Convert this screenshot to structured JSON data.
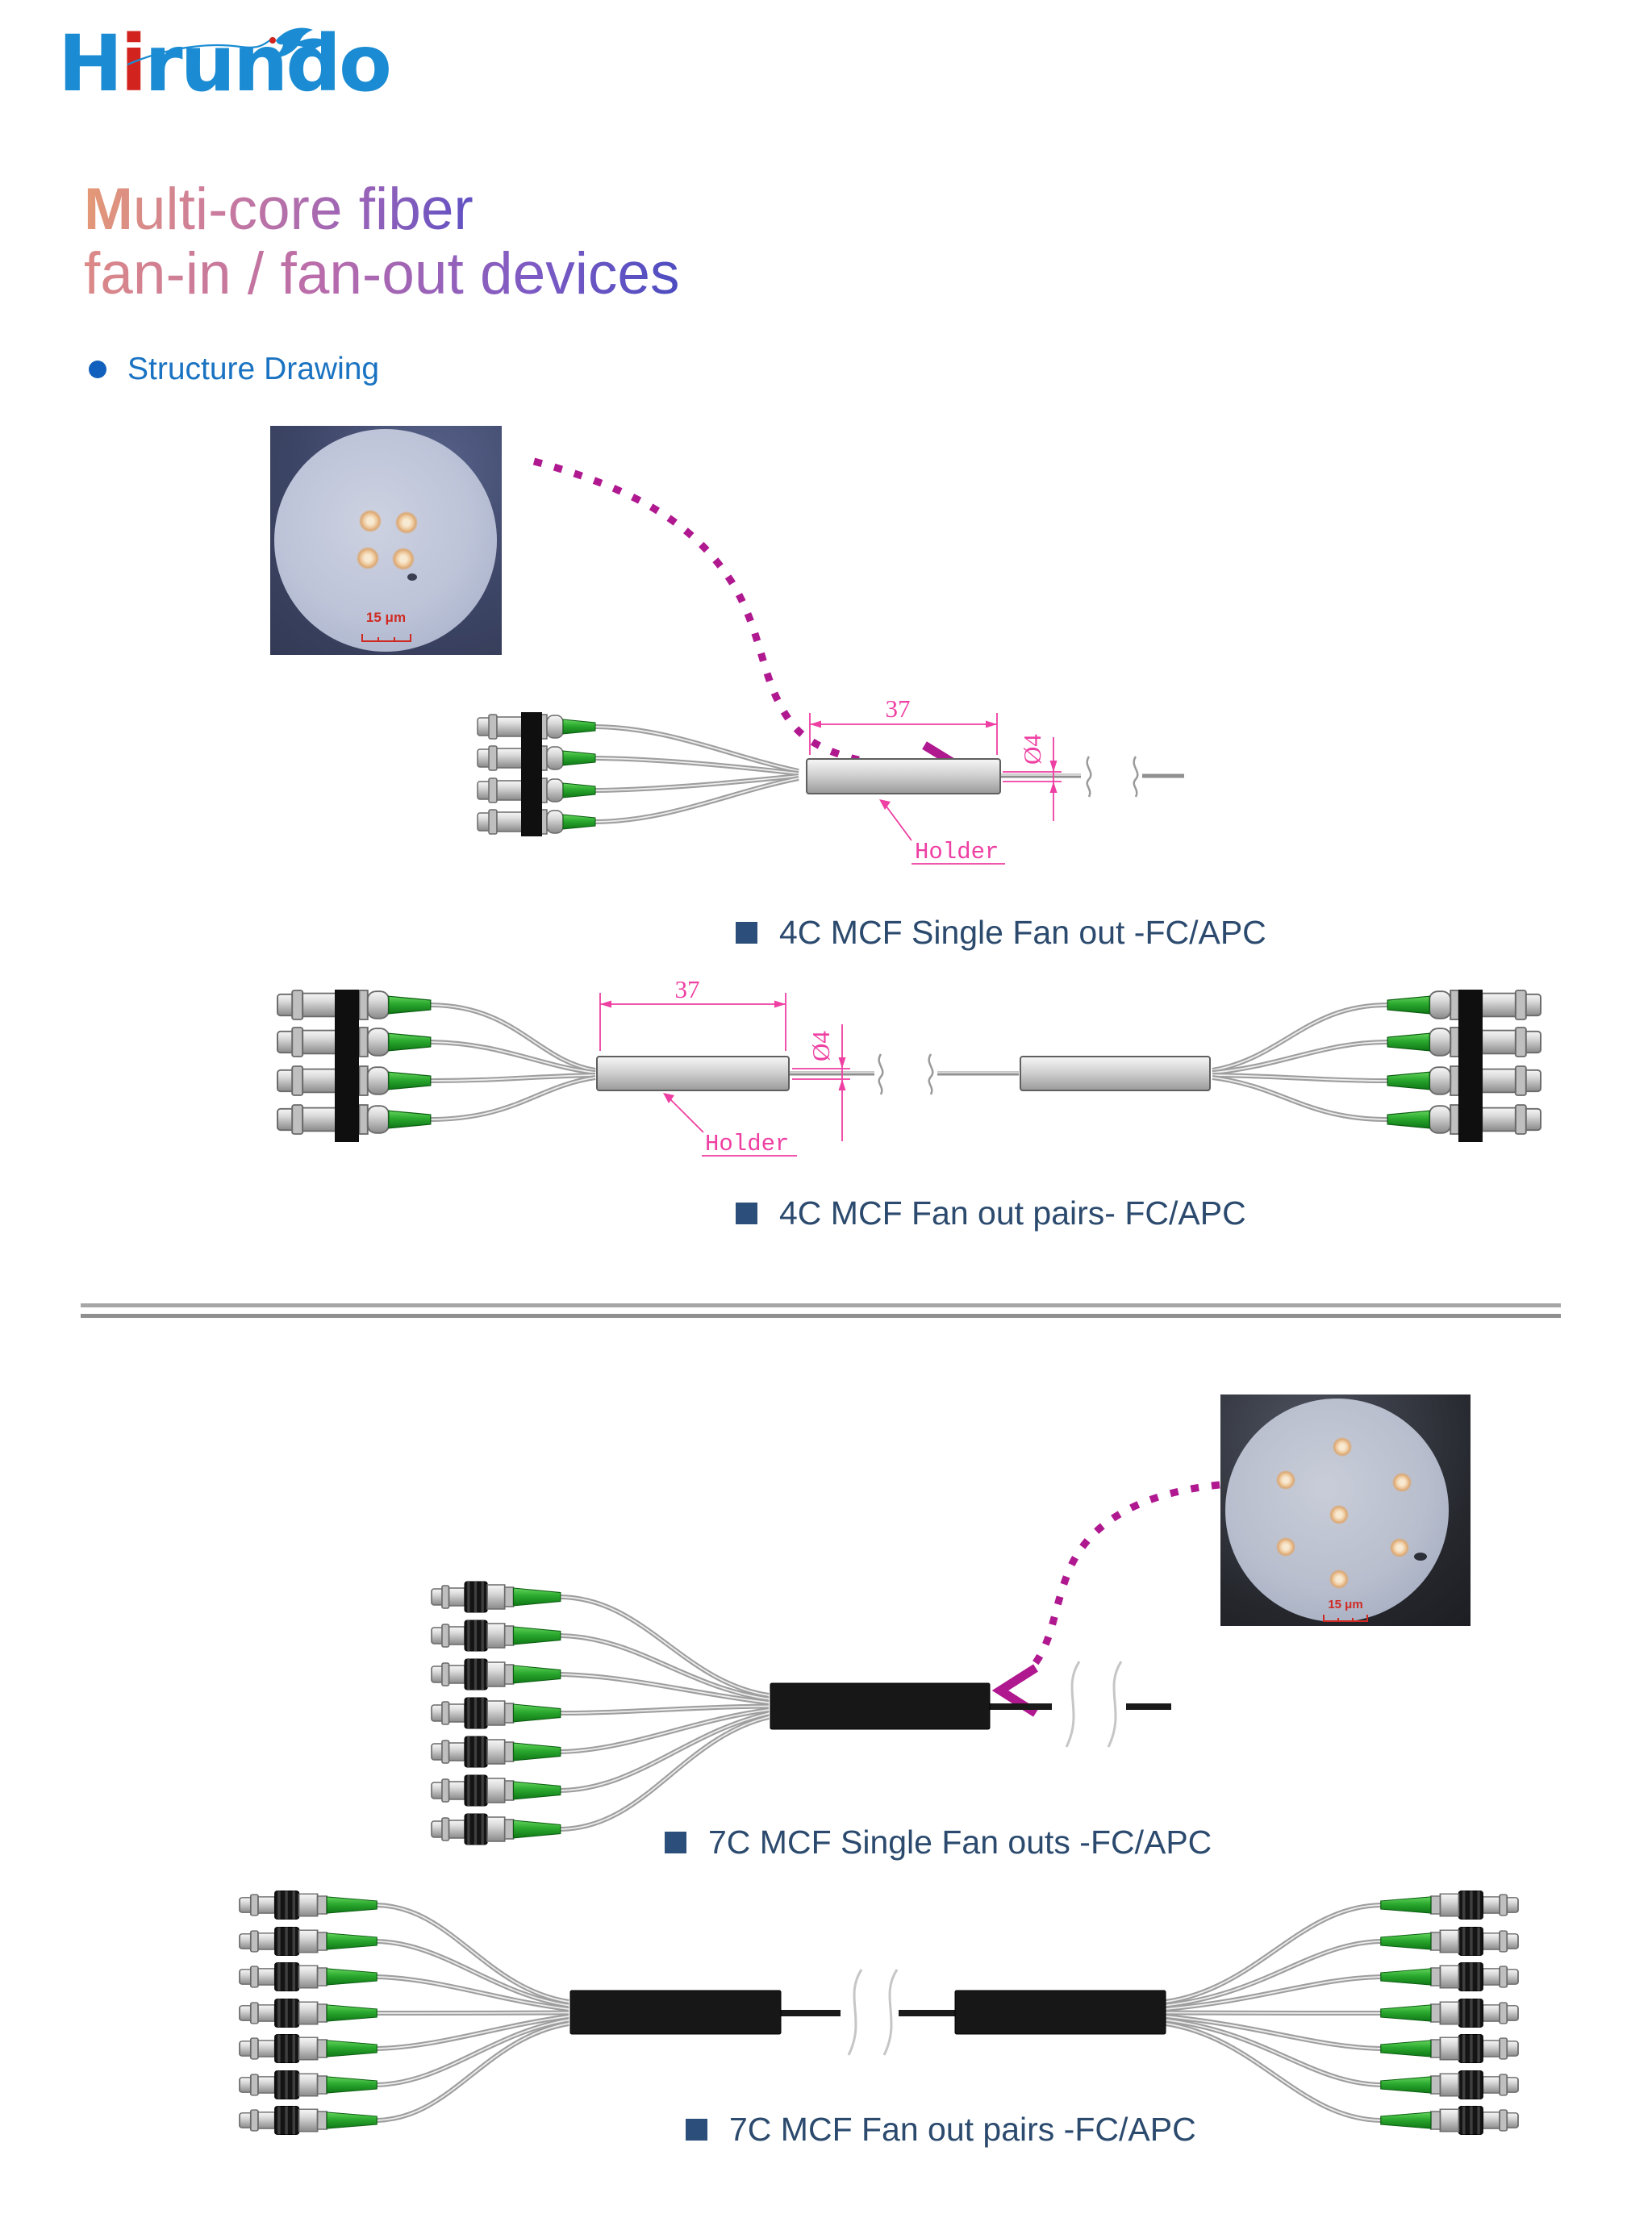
{
  "logo": {
    "text_h": "H",
    "text_i": "i",
    "text_rundo": "rundo",
    "brand_color": "#1b8cd3",
    "accent_color": "#d2231f",
    "bird_icon": "swallow-icon"
  },
  "title": {
    "line1_lead": "M",
    "line1_rest": "ulti-core fiber",
    "line2": "fan-in / fan-out devices"
  },
  "section": {
    "header_label": "Structure Drawing",
    "header_color": "#1a73c2"
  },
  "figures": {
    "fig1": {
      "caption": "4C MCF Single Fan out -FC/APC",
      "dim_length": "37",
      "dim_diameter": "Ø4",
      "part_label": "Holder",
      "scale_label": "15 μm",
      "core_count": 4,
      "connector_type": "FC/APC"
    },
    "fig2": {
      "caption": "4C MCF Fan out pairs- FC/APC",
      "dim_length": "37",
      "dim_diameter": "Ø4",
      "part_label": "Holder",
      "connector_type": "FC/APC"
    },
    "fig3": {
      "caption": "7C MCF Single Fan outs -FC/APC",
      "scale_label": "15 μm",
      "core_count": 7,
      "connector_type": "FC/APC"
    },
    "fig4": {
      "caption": "7C MCF Fan out pairs -FC/APC",
      "connector_type": "FC/APC"
    }
  },
  "colors": {
    "caption_text": "#2b4a6e",
    "caption_bullet": "#2c4e7a",
    "dimension_pink": "#ee3fa2",
    "callout_magenta": "#b0188f",
    "boot_green": "#2aa82e",
    "divider_gray": "#9c9c9c"
  }
}
